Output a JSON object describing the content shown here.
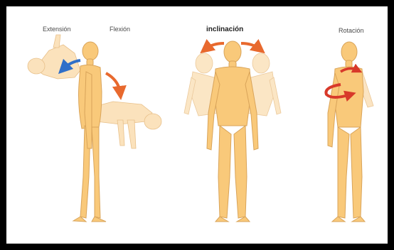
{
  "labels": {
    "extension": "Extensión",
    "flexion": "Flexión",
    "inclination": "inclinación",
    "rotation": "Rotación"
  },
  "colors": {
    "skin": "#f9c97a",
    "skin_outline": "#d9a45a",
    "ghost": "#fbe2bc",
    "arrow_blue": "#2f6fc9",
    "arrow_orange": "#e8692e",
    "arrow_red": "#d8392a",
    "frame": "#000000"
  }
}
